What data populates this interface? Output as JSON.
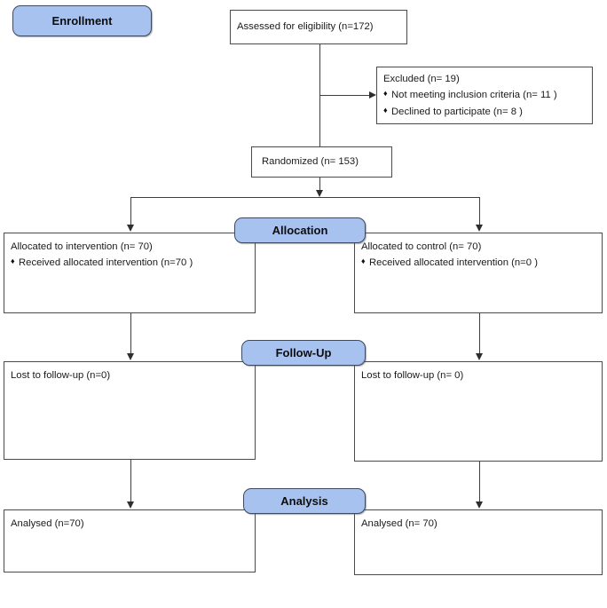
{
  "diagram": {
    "title": "CONSORT participant flow diagram",
    "accent_color": "#a8c2ef",
    "border_color": "#4a4a4a",
    "connector_color": "#3d3d3d"
  },
  "phases": {
    "enrollment": "Enrollment",
    "allocation": "Allocation",
    "followup": "Follow-Up",
    "analysis": "Analysis"
  },
  "nodes": {
    "assessed": {
      "text": "Assessed for eligibility (n=172)"
    },
    "excluded": {
      "heading": "Excluded (n= 19)",
      "items": [
        "Not meeting inclusion criteria (n= 11  )",
        "Declined to participate (n= 8  )"
      ],
      "bullet": "♦"
    },
    "randomized": {
      "text": "Randomized (n= 153)"
    },
    "alloc_left": {
      "heading": "Allocated to intervention (n= 70)",
      "items": [
        "Received allocated intervention (n=70   )"
      ],
      "bullet": "♦"
    },
    "alloc_right": {
      "heading": "Allocated to control (n= 70)",
      "items": [
        "Received allocated intervention (n=0   )"
      ],
      "bullet": "♦"
    },
    "followup_left": {
      "text": "Lost to follow-up (n=0)"
    },
    "followup_right": {
      "text": "Lost to follow-up (n= 0)"
    },
    "analysis_left": {
      "text": "Analysed (n=70)"
    },
    "analysis_right": {
      "text": "Analysed (n= 70)"
    }
  },
  "chart_data": {
    "type": "diagram",
    "title": "CONSORT flow diagram",
    "stages": [
      {
        "phase": "Enrollment",
        "nodes": [
          {
            "label": "Assessed for eligibility",
            "n": 172
          },
          {
            "label": "Excluded",
            "n": 19,
            "breakdown": [
              {
                "label": "Not meeting inclusion criteria",
                "n": 11
              },
              {
                "label": "Declined to participate",
                "n": 8
              }
            ]
          },
          {
            "label": "Randomized",
            "n": 153
          }
        ]
      },
      {
        "phase": "Allocation",
        "arms": [
          {
            "arm": "intervention",
            "label": "Allocated to intervention",
            "n": 70,
            "breakdown": [
              {
                "label": "Received allocated intervention",
                "n": 70
              }
            ]
          },
          {
            "arm": "control",
            "label": "Allocated to control",
            "n": 70,
            "breakdown": [
              {
                "label": "Received allocated intervention",
                "n": 0
              }
            ]
          }
        ]
      },
      {
        "phase": "Follow-Up",
        "arms": [
          {
            "arm": "intervention",
            "label": "Lost to follow-up",
            "n": 0
          },
          {
            "arm": "control",
            "label": "Lost to follow-up",
            "n": 0
          }
        ]
      },
      {
        "phase": "Analysis",
        "arms": [
          {
            "arm": "intervention",
            "label": "Analysed",
            "n": 70
          },
          {
            "arm": "control",
            "label": "Analysed",
            "n": 70
          }
        ]
      }
    ]
  }
}
